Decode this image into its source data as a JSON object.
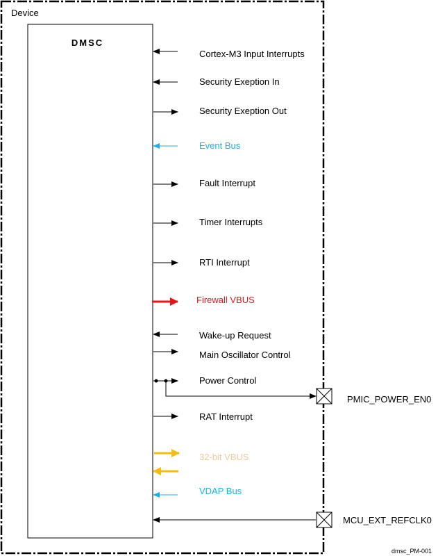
{
  "device_label": "Device",
  "block_title": "DMSC",
  "figure_id": "dmsc_PM-001",
  "colors": {
    "black": "#000000",
    "cyan": "#1ab2e6",
    "red": "#e8141c",
    "gold": "#f5bd0f",
    "peach": "#f4c79a"
  },
  "signals": [
    {
      "key": "cortex",
      "label": "Cortex-M3 Input Interrupts",
      "direction": "in",
      "color": "black"
    },
    {
      "key": "sec_in",
      "label": "Security Exeption In",
      "direction": "in",
      "color": "black"
    },
    {
      "key": "sec_out",
      "label": "Security Exeption Out",
      "direction": "out",
      "color": "black"
    },
    {
      "key": "event_bus",
      "label": "Event Bus",
      "direction": "in",
      "color": "cyan"
    },
    {
      "key": "fault",
      "label": "Fault Interrupt",
      "direction": "out",
      "color": "black"
    },
    {
      "key": "timer",
      "label": "Timer Interrupts",
      "direction": "out",
      "color": "black"
    },
    {
      "key": "rti",
      "label": "RTI Interrupt",
      "direction": "out",
      "color": "black"
    },
    {
      "key": "firewall",
      "label": "Firewall VBUS",
      "direction": "out",
      "color": "red"
    },
    {
      "key": "wakeup",
      "label": "Wake-up Request",
      "direction": "in",
      "color": "black"
    },
    {
      "key": "osc",
      "label": "Main Oscillator Control",
      "direction": "out",
      "color": "black"
    },
    {
      "key": "power",
      "label": "Power Control",
      "direction": "out",
      "color": "black"
    },
    {
      "key": "rat",
      "label": "RAT Interrupt",
      "direction": "out",
      "color": "black"
    },
    {
      "key": "vbus32",
      "label": "32-bit VBUS",
      "direction": "bidir",
      "color": "peach"
    },
    {
      "key": "vdap",
      "label": "VDAP Bus",
      "direction": "in",
      "color": "cyan"
    }
  ],
  "pins": [
    {
      "key": "pmic",
      "label": "PMIC_POWER_EN0",
      "direction": "out"
    },
    {
      "key": "mcu",
      "label": "MCU_EXT_REFCLK0",
      "direction": "in"
    }
  ]
}
